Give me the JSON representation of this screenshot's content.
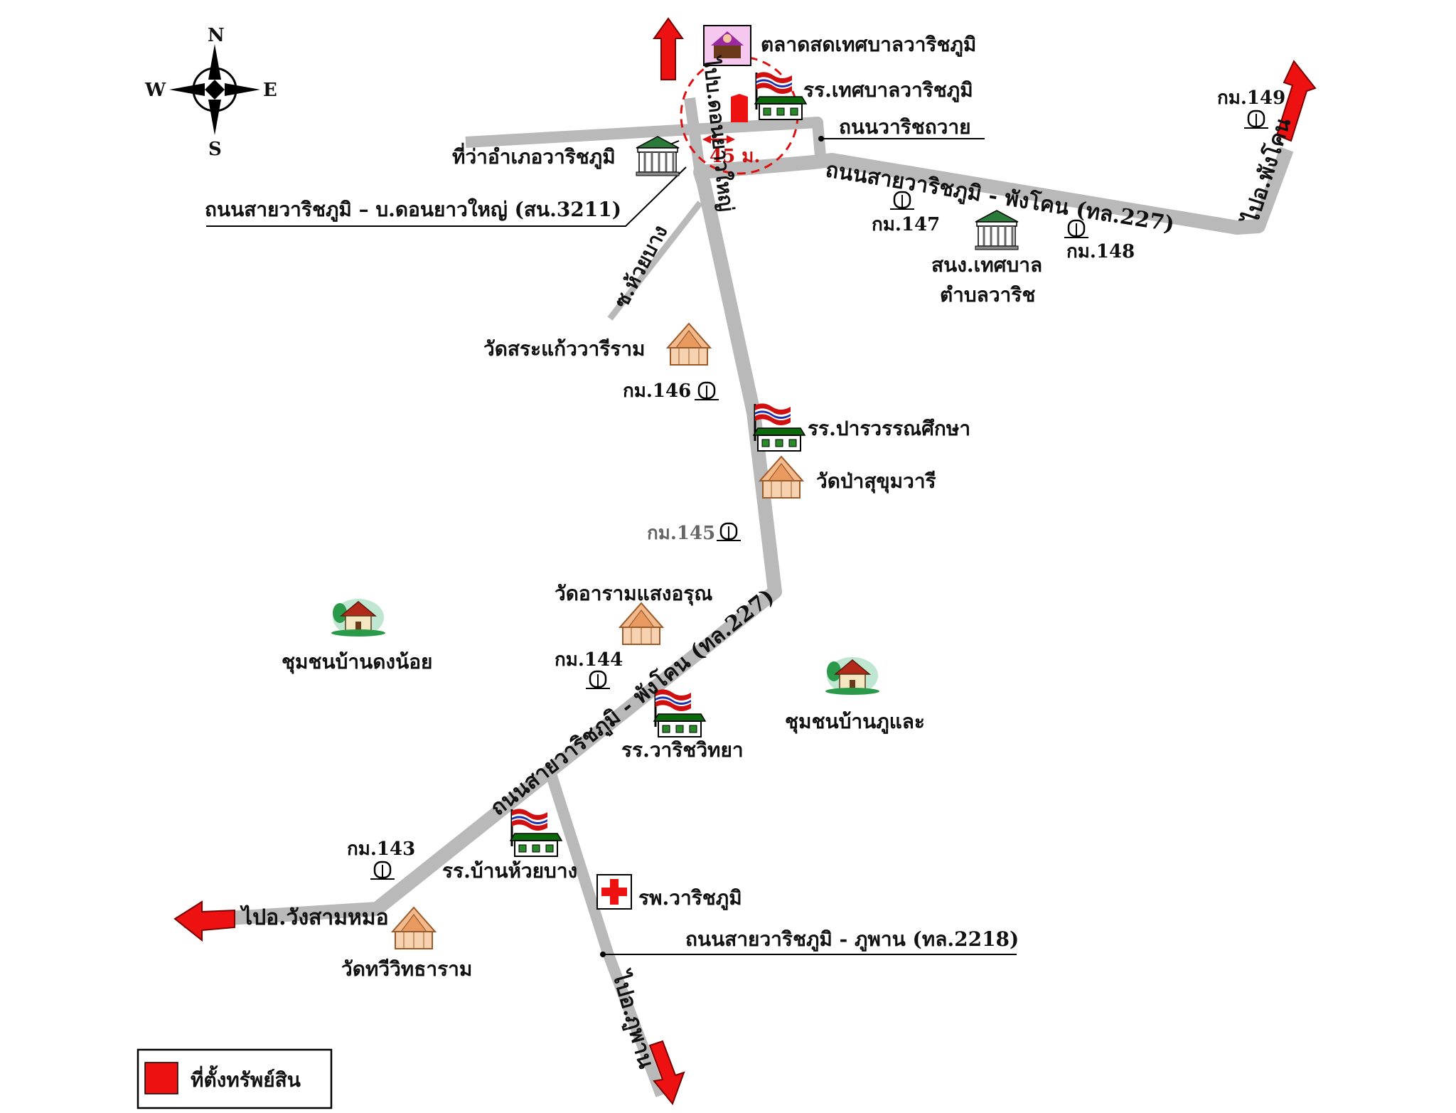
{
  "compass": {
    "n": "N",
    "s": "S",
    "e": "E",
    "w": "W"
  },
  "labels": {
    "market": "ตลาดสดเทศบาลวาริชภูมิ",
    "school_municipal": "รร.เทศบาลวาริชภูมิ",
    "road_warichawai": "ถนนวาริชถวาย",
    "district_office": "ที่ว่าอำเภอวาริชภูมิ",
    "road_3211": "ถนนสายวาริชภูมิ – บ.ดอนยาวใหญ่ (สน.3211)",
    "road_227_north": "ถนนสายวาริชภูมิ - พังโคน (ทล.227)",
    "to_phangkhon": "ไปอ.พังโคน",
    "road_donyaoyai": "ไปบ.ดอนยาวใหญ่",
    "radius": "45 ม.",
    "soi_huaibang": "ซ.ห้วยบาง",
    "municipal_office_1": "สนง.เทศบาล",
    "municipal_office_2": "ตำบลวาริช",
    "wat_srakaew": "วัดสระแก้ววารีราม",
    "school_paran": "รร.ปารวรรณศึกษา",
    "wat_pasukhum": "วัดป่าสุขุมวารี",
    "wat_aram": "วัดอารามแสงอรุณ",
    "road_227_south": "ถนนสายวาริชภูมิ - พังโคน (ทล.227)",
    "community_dongnoi": "ชุมชนบ้านดงน้อย",
    "community_phulae": "ชุมชนบ้านภูและ",
    "school_warichwittaya": "รร.วาริชวิทยา",
    "school_huaibang": "รร.บ้านห้วยบาง",
    "hospital": "รพ.วาริชภูมิ",
    "to_wangsammo": "ไปอ.วังสามหมอ",
    "wat_thawiwit": "วัดทวีวิทธาราม",
    "road_2218": "ถนนสายวาริชภูมิ - ภูพาน (ทล.2218)",
    "to_phuphan": "ไปอ.ภูพาน"
  },
  "km_posts": {
    "k143": "กม.143",
    "k144": "กม.144",
    "k145": "กม.145",
    "k146": "กม.146",
    "k147": "กม.147",
    "k148": "กม.148",
    "k149": "กม.149"
  },
  "legend": {
    "label": "ที่ตั้งทรัพย์สิน"
  },
  "colors": {
    "road": "#b9b9b9",
    "arrow": "#ee1111",
    "marker": "#ee1111",
    "radius_circle": "#dd1111"
  }
}
